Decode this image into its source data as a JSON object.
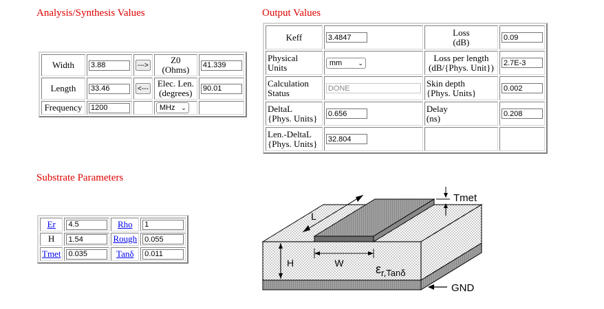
{
  "headings": {
    "analysis": "Analysis/Synthesis Values",
    "output": "Output Values",
    "substrate": "Substrate Parameters"
  },
  "analysis": {
    "width_label": "Width",
    "width_value": "3.88",
    "synthesize_button": "--->",
    "z0_label_line1": "Z0",
    "z0_label_line2": "(Ohms)",
    "z0_value": "41.339",
    "length_label": "Length",
    "length_value": "33.46",
    "analyze_button": "<---",
    "elec_len_line1": "Elec. Len.",
    "elec_len_line2": "(degrees)",
    "elec_len_value": "90.01",
    "frequency_label": "Frequency",
    "frequency_value": "1200",
    "frequency_unit": "MHz"
  },
  "output": {
    "keff_label": "Keff",
    "keff_value": "3.4847",
    "loss_line1": "Loss",
    "loss_line2": "(dB)",
    "loss_value": "0.09",
    "phys_units_line1": "Physical",
    "phys_units_line2": "Units",
    "phys_units_value": "mm",
    "loss_per_len_line1": "Loss per length",
    "loss_per_len_line2": "(dB/{Phys. Unit})",
    "loss_per_len_value": "2.7E-3",
    "calc_status_line1": "Calculation",
    "calc_status_line2": "Status",
    "calc_status_value": "DONE",
    "skin_depth_line1": "Skin depth",
    "skin_depth_line2": "{Phys. Units}",
    "skin_depth_value": "0.002",
    "deltal_line1": "DeltaL",
    "deltal_line2": "{Phys. Units}",
    "deltal_value": "0.656",
    "delay_line1": "Delay",
    "delay_line2": "(ns)",
    "delay_value": "0.208",
    "len_deltal_line1": "Len.-DeltaL",
    "len_deltal_line2": "{Phys. Units}",
    "len_deltal_value": "32.804"
  },
  "substrate": {
    "er_label": "Er",
    "er_value": "4.5",
    "rho_label": "Rho",
    "rho_value": "1",
    "h_label": "H",
    "h_value": "1.54",
    "rough_label": "Rough",
    "rough_value": "0.055",
    "tmet_label": "Tmet",
    "tmet_value": "0.035",
    "tand_label": "Tanδ",
    "tand_value": "0.011"
  },
  "diagram": {
    "tmet": "Tmet",
    "l": "L",
    "w": "W",
    "h": "H",
    "er_symbol": "ε",
    "er_subscript": "r,Tan",
    "er_delta": "δ",
    "gnd": "GND"
  }
}
